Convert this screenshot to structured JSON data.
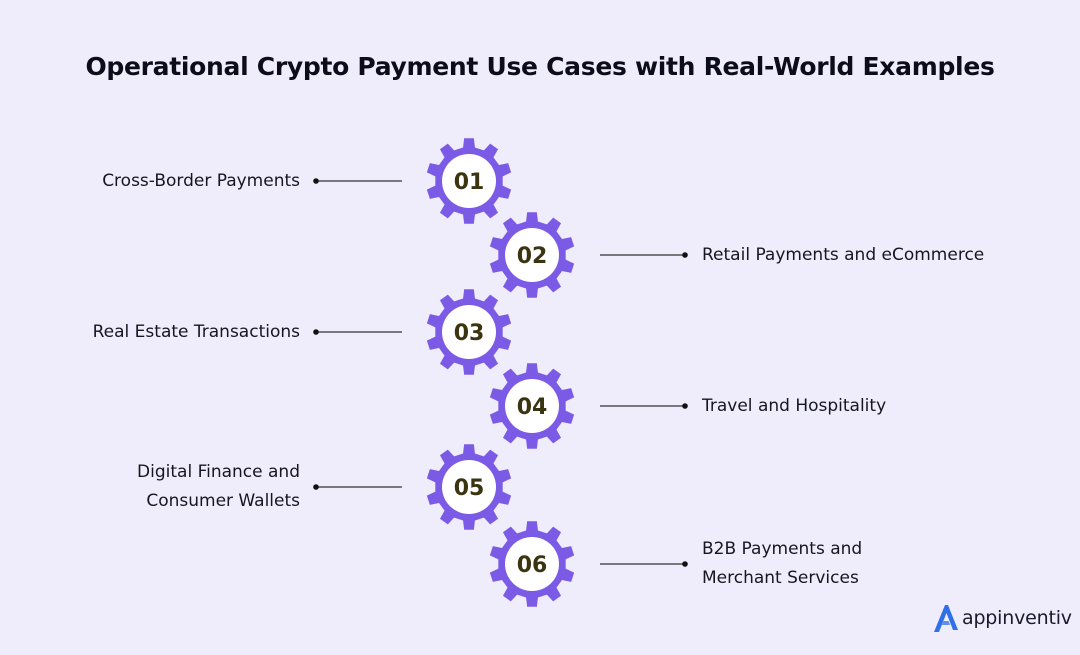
{
  "title": "Operational Crypto Payment Use Cases with Real-World Examples",
  "colors": {
    "background": "#efedfb",
    "gear": "#7b5be6",
    "gear_center": "#ffffff",
    "number_text": "#3b3410",
    "connector": "#333333",
    "logo_accent": "#2f6fe8"
  },
  "steps": [
    {
      "number": "01",
      "side": "left",
      "lines": [
        "Cross-Border Payments"
      ]
    },
    {
      "number": "02",
      "side": "right",
      "lines": [
        "Retail Payments and eCommerce"
      ]
    },
    {
      "number": "03",
      "side": "left",
      "lines": [
        "Real Estate Transactions"
      ]
    },
    {
      "number": "04",
      "side": "right",
      "lines": [
        "Travel and Hospitality"
      ]
    },
    {
      "number": "05",
      "side": "left",
      "lines": [
        "Digital Finance and",
        "Consumer Wallets"
      ]
    },
    {
      "number": "06",
      "side": "right",
      "lines": [
        "B2B Payments and",
        "Merchant Services"
      ]
    }
  ],
  "logo": {
    "text": "appinventiv",
    "icon": "appinventiv-a-logo-icon"
  }
}
